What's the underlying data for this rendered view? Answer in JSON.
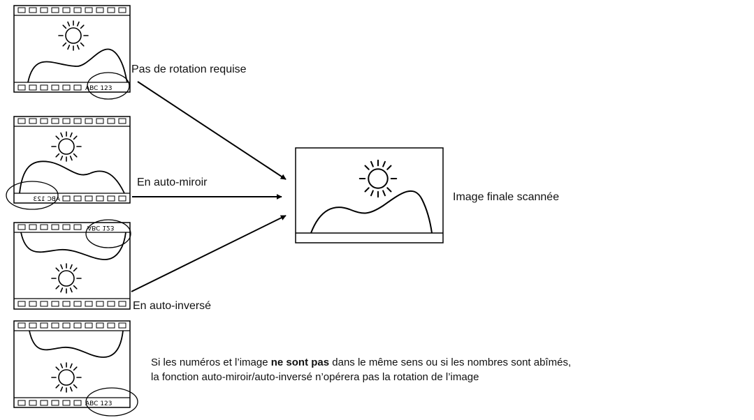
{
  "labels": {
    "no_rotation": "Pas de rotation requise",
    "auto_mirror": "En auto-miroir",
    "auto_reverse": "En auto-inversé",
    "final_image": "Image finale scannée"
  },
  "frame_numbers": {
    "normal": "ABC 123"
  },
  "note": {
    "line1_before": "Si les numéros et l’image ",
    "line1_bold": "ne sont pas",
    "line1_after": " dans le même sens ou si les nombres sont abîmés,",
    "line2": "la fonction auto-miroir/auto-inversé n’opérera pas la rotation de l’image"
  },
  "icons": [
    "film-frame-icon",
    "sun-icon",
    "hill-icon",
    "circle-highlight-icon",
    "arrow-icon"
  ]
}
